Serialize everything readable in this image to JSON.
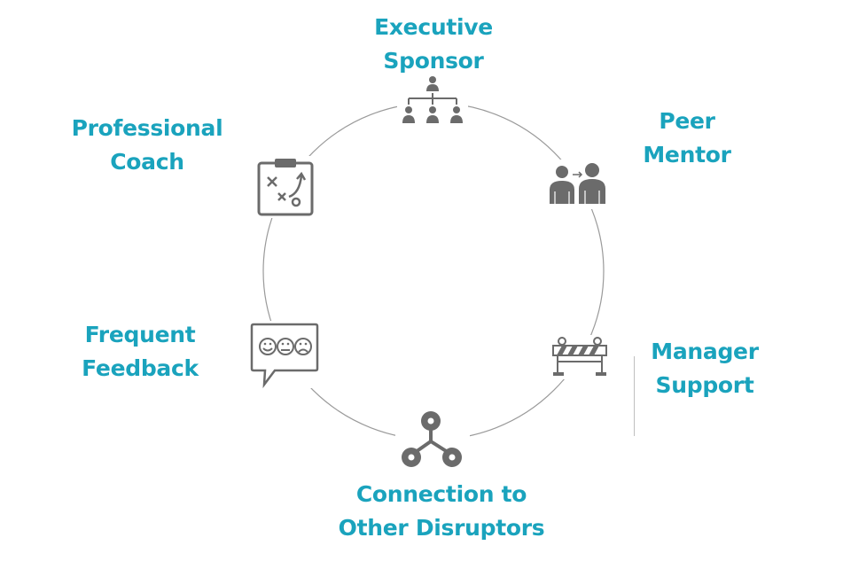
{
  "nodes": [
    {
      "id": "executive-sponsor",
      "line1": "Executive",
      "line2": "Sponsor",
      "icon": "org-chart-icon"
    },
    {
      "id": "peer-mentor",
      "line1": "Peer",
      "line2": "Mentor",
      "icon": "mentoring-people-icon"
    },
    {
      "id": "manager-support",
      "line1": "Manager",
      "line2": "Support",
      "icon": "barrier-icon"
    },
    {
      "id": "connection",
      "line1": "Connection to",
      "line2": "Other Disruptors",
      "icon": "network-nodes-icon"
    },
    {
      "id": "frequent-feedback",
      "line1": "Frequent",
      "line2": "Feedback",
      "icon": "feedback-faces-icon"
    },
    {
      "id": "professional-coach",
      "line1": "Professional",
      "line2": "Coach",
      "icon": "coach-clipboard-icon"
    }
  ],
  "colors": {
    "label": "#1aa3bd",
    "icon": "#6b6b6b",
    "ring": "#9a9a9a"
  }
}
